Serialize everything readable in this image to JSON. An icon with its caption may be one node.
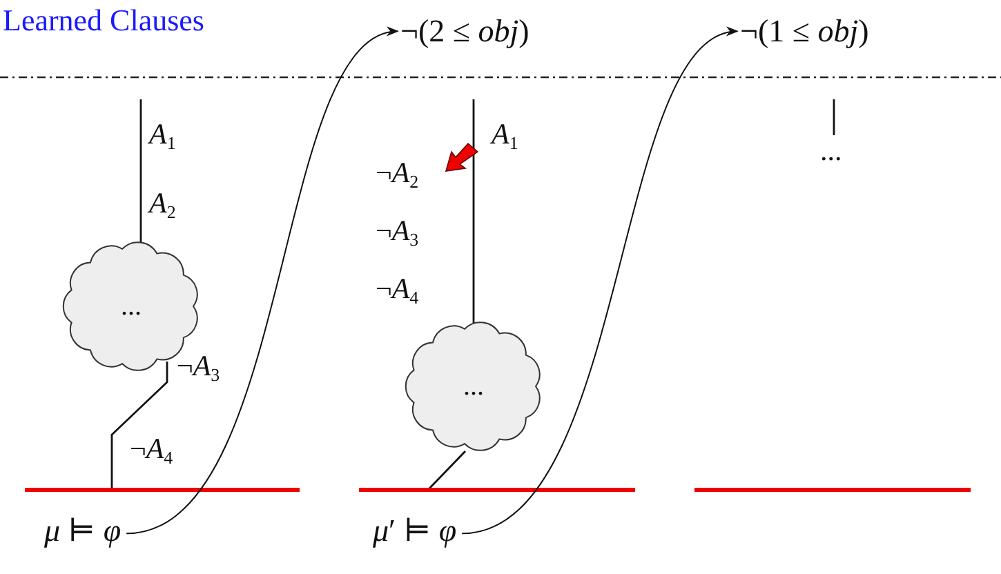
{
  "diagram": {
    "nodes": [
      {
        "text": [
          "*μ* ⊨ *φ*"
        ]
      },
      {
        "text": [
          "¬(2 ≤ *obj*)"
        ]
      },
      {
        "text": [
          "*μ*′ ⊨ *φ*"
        ]
      },
      {
        "text": [
          "¬(1 ≤ *obj*)"
        ]
      },
      {
        "text": [
          "..."
        ]
      },
      {
        "text": [
          "..."
        ]
      }
    ],
    "edges": [
      {
        "from": 0,
        "to": 1,
        "arrow": "to"
      },
      {
        "from": 2,
        "to": 3,
        "arrow": "to"
      }
    ],
    "labels": [
      "Learned Clauses",
      "*A*$_{1}$",
      "*A*$_{2}$",
      "¬*A*$_{3}$",
      "¬*A*$_{4}$",
      "*A*$_{1}$",
      "¬*A*$_{2}$",
      "¬*A*$_{3}$",
      "¬*A*$_{4}$",
      "..."
    ]
  }
}
